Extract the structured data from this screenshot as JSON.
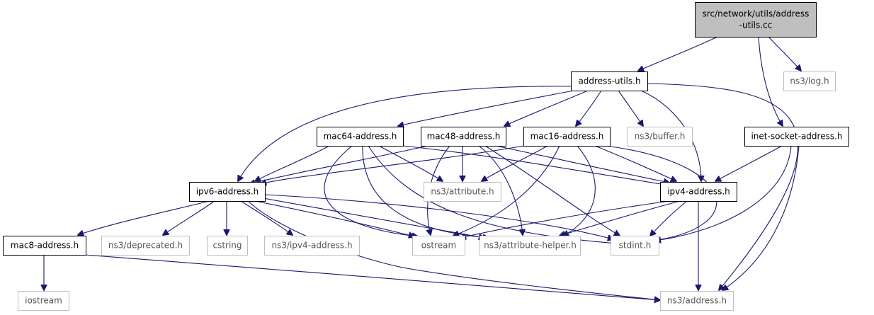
{
  "diagram": {
    "colors": {
      "root_fill": "#bfbfbf",
      "node_border": "#000000",
      "external_border": "#bfbfbf",
      "edge": "#191970",
      "label": "#000000",
      "external_label": "#555555"
    },
    "nodes": [
      {
        "id": "root",
        "label_lines": [
          "src/network/utils/address",
          "-utils.cc"
        ],
        "kind": "root"
      },
      {
        "id": "address-utils-h",
        "label_lines": [
          "address-utils.h"
        ],
        "kind": "internal"
      },
      {
        "id": "ns3-log-h",
        "label_lines": [
          "ns3/log.h"
        ],
        "kind": "external"
      },
      {
        "id": "inet-socket-address-h",
        "label_lines": [
          "inet-socket-address.h"
        ],
        "kind": "internal"
      },
      {
        "id": "mac64-address-h",
        "label_lines": [
          "mac64-address.h"
        ],
        "kind": "internal"
      },
      {
        "id": "mac48-address-h",
        "label_lines": [
          "mac48-address.h"
        ],
        "kind": "internal"
      },
      {
        "id": "mac16-address-h",
        "label_lines": [
          "mac16-address.h"
        ],
        "kind": "internal"
      },
      {
        "id": "ns3-buffer-h",
        "label_lines": [
          "ns3/buffer.h"
        ],
        "kind": "external"
      },
      {
        "id": "ipv6-address-h",
        "label_lines": [
          "ipv6-address.h"
        ],
        "kind": "internal"
      },
      {
        "id": "ns3-attribute-h",
        "label_lines": [
          "ns3/attribute.h"
        ],
        "kind": "external"
      },
      {
        "id": "ipv4-address-h",
        "label_lines": [
          "ipv4-address.h"
        ],
        "kind": "internal"
      },
      {
        "id": "mac8-address-h",
        "label_lines": [
          "mac8-address.h"
        ],
        "kind": "internal"
      },
      {
        "id": "ns3-deprecated-h",
        "label_lines": [
          "ns3/deprecated.h"
        ],
        "kind": "external"
      },
      {
        "id": "cstring",
        "label_lines": [
          "cstring"
        ],
        "kind": "external"
      },
      {
        "id": "ns3-ipv4-address-h",
        "label_lines": [
          "ns3/ipv4-address.h"
        ],
        "kind": "external"
      },
      {
        "id": "ostream",
        "label_lines": [
          "ostream"
        ],
        "kind": "external"
      },
      {
        "id": "ns3-attribute-helper-h",
        "label_lines": [
          "ns3/attribute-helper.h"
        ],
        "kind": "external"
      },
      {
        "id": "stdint-h",
        "label_lines": [
          "stdint.h"
        ],
        "kind": "external"
      },
      {
        "id": "iostream",
        "label_lines": [
          "iostream"
        ],
        "kind": "external"
      },
      {
        "id": "ns3-address-h",
        "label_lines": [
          "ns3/address.h"
        ],
        "kind": "external"
      }
    ],
    "edges": [
      {
        "from": "root",
        "to": "address-utils-h"
      },
      {
        "from": "root",
        "to": "ns3-log-h"
      },
      {
        "from": "root",
        "to": "inet-socket-address-h"
      },
      {
        "from": "address-utils-h",
        "to": "mac64-address-h"
      },
      {
        "from": "address-utils-h",
        "to": "mac48-address-h"
      },
      {
        "from": "address-utils-h",
        "to": "mac16-address-h"
      },
      {
        "from": "address-utils-h",
        "to": "ns3-buffer-h"
      },
      {
        "from": "address-utils-h",
        "to": "ipv6-address-h"
      },
      {
        "from": "address-utils-h",
        "to": "ipv4-address-h"
      },
      {
        "from": "address-utils-h",
        "to": "ns3-address-h"
      },
      {
        "from": "mac64-address-h",
        "to": "ipv6-address-h"
      },
      {
        "from": "mac64-address-h",
        "to": "ns3-attribute-h"
      },
      {
        "from": "mac64-address-h",
        "to": "ipv4-address-h"
      },
      {
        "from": "mac64-address-h",
        "to": "ostream"
      },
      {
        "from": "mac64-address-h",
        "to": "ns3-attribute-helper-h"
      },
      {
        "from": "mac64-address-h",
        "to": "stdint-h"
      },
      {
        "from": "mac48-address-h",
        "to": "ipv6-address-h"
      },
      {
        "from": "mac48-address-h",
        "to": "ns3-attribute-h"
      },
      {
        "from": "mac48-address-h",
        "to": "ipv4-address-h"
      },
      {
        "from": "mac48-address-h",
        "to": "ostream"
      },
      {
        "from": "mac48-address-h",
        "to": "ns3-attribute-helper-h"
      },
      {
        "from": "mac48-address-h",
        "to": "stdint-h"
      },
      {
        "from": "mac16-address-h",
        "to": "ipv6-address-h"
      },
      {
        "from": "mac16-address-h",
        "to": "ns3-attribute-h"
      },
      {
        "from": "mac16-address-h",
        "to": "ipv4-address-h"
      },
      {
        "from": "mac16-address-h",
        "to": "ostream"
      },
      {
        "from": "mac16-address-h",
        "to": "ns3-attribute-helper-h"
      },
      {
        "from": "mac16-address-h",
        "to": "stdint-h"
      },
      {
        "from": "inet-socket-address-h",
        "to": "ipv4-address-h"
      },
      {
        "from": "inet-socket-address-h",
        "to": "stdint-h"
      },
      {
        "from": "inet-socket-address-h",
        "to": "ns3-address-h"
      },
      {
        "from": "ipv6-address-h",
        "to": "mac8-address-h"
      },
      {
        "from": "ipv6-address-h",
        "to": "ns3-deprecated-h"
      },
      {
        "from": "ipv6-address-h",
        "to": "cstring"
      },
      {
        "from": "ipv6-address-h",
        "to": "ns3-ipv4-address-h"
      },
      {
        "from": "ipv6-address-h",
        "to": "ostream"
      },
      {
        "from": "ipv6-address-h",
        "to": "ns3-attribute-helper-h"
      },
      {
        "from": "ipv6-address-h",
        "to": "stdint-h"
      },
      {
        "from": "ipv6-address-h",
        "to": "ns3-address-h"
      },
      {
        "from": "ipv4-address-h",
        "to": "ostream"
      },
      {
        "from": "ipv4-address-h",
        "to": "ns3-attribute-helper-h"
      },
      {
        "from": "ipv4-address-h",
        "to": "stdint-h"
      },
      {
        "from": "ipv4-address-h",
        "to": "ns3-address-h"
      },
      {
        "from": "mac8-address-h",
        "to": "iostream"
      },
      {
        "from": "mac8-address-h",
        "to": "ns3-address-h"
      }
    ]
  }
}
